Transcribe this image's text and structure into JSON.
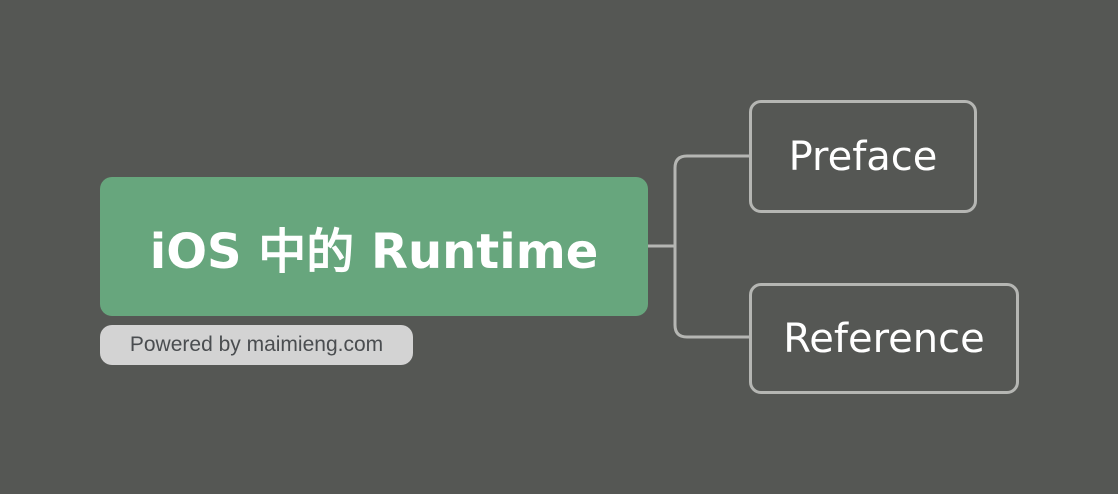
{
  "mindmap": {
    "root": {
      "label": "iOS 中的 Runtime",
      "color": "#67a67d"
    },
    "children": [
      {
        "label": "Preface"
      },
      {
        "label": "Reference"
      }
    ],
    "connector_color": "#b5b6b3",
    "background_color": "#555754"
  },
  "watermark": {
    "text": "Powered by maimieng.com"
  }
}
